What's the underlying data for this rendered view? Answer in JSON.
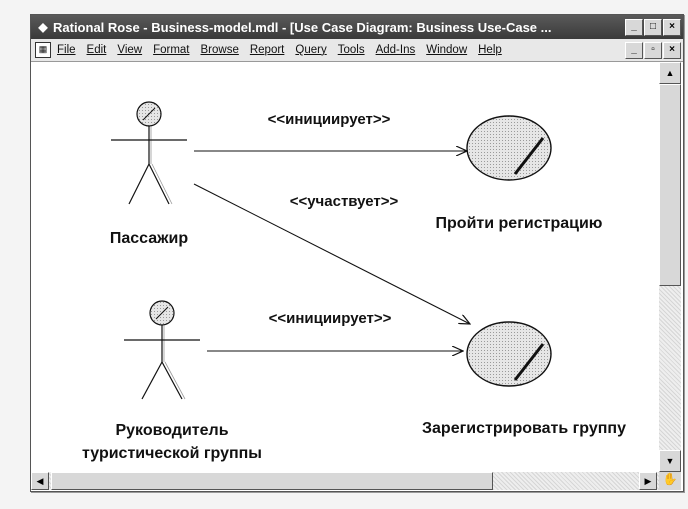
{
  "window": {
    "title": "Rational Rose - Business-model.mdl - [Use Case Diagram: Business Use-Case ...",
    "controls": {
      "minimize": "_",
      "maximize": "□",
      "close": "×"
    }
  },
  "menu": {
    "items": [
      "File",
      "Edit",
      "View",
      "Format",
      "Browse",
      "Report",
      "Query",
      "Tools",
      "Add-Ins",
      "Window",
      "Help"
    ]
  },
  "diagram": {
    "actors": [
      {
        "name": "Пассажир"
      },
      {
        "name_line1": "Руководитель",
        "name_line2": "туристической группы"
      }
    ],
    "use_cases": [
      {
        "name": "Пройти регистрацию"
      },
      {
        "name": "Зарегистрировать группу"
      }
    ],
    "associations": [
      {
        "stereotype": "<<инициирует>>",
        "from": "Пассажир",
        "to": "Пройти регистрацию"
      },
      {
        "stereotype": "<<участвует>>",
        "from": "Пассажир",
        "to": "Зарегистрировать группу"
      },
      {
        "stereotype": "<<инициирует>>",
        "from": "Руководитель туристической группы",
        "to": "Зарегистрировать группу"
      }
    ]
  }
}
